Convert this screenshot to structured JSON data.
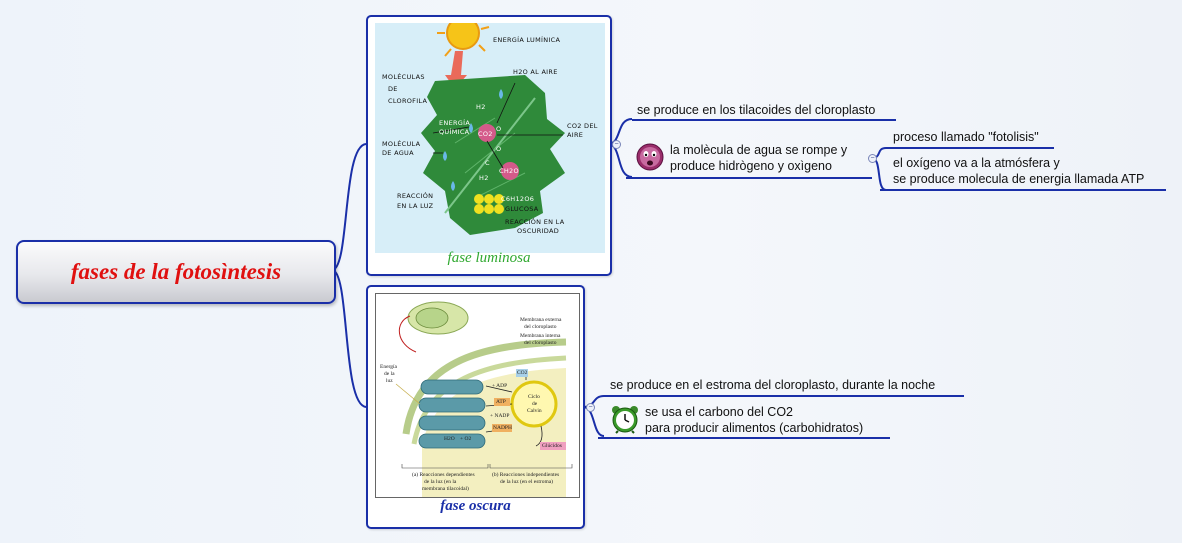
{
  "central": {
    "title": "fases de la fotosìntesis"
  },
  "luminosa": {
    "caption": "fase luminosa",
    "image_labels": {
      "energia": "ENERGÍA LUMÍNICA",
      "moleculas1": "MOLÉCULAS",
      "moleculas2": "DE",
      "moleculas3": "CLOROFILA",
      "h2o_aire": "H2O AL AIRE",
      "energia_quimica1": "ENERGÍA",
      "energia_quimica2": "QUÍMICA",
      "co2_aire1": "CO2 DEL",
      "co2_aire2": "AIRE",
      "molecula_agua1": "MOLÉCULA",
      "molecula_agua2": "DE AGUA",
      "reaccion_luz1": "REACCIÓN",
      "reaccion_luz2": "EN LA LUZ",
      "glucosa1": "C6H12O6",
      "glucosa2": "GLUCOSA",
      "reaccion_osc1": "REACCIÓN EN LA",
      "reaccion_osc2": "OSCURIDAD",
      "h2_top": "H2",
      "h2_bottom": "H2",
      "co2": "CO2",
      "ch2o": "CH2O",
      "o_a": "O",
      "o_b": "O",
      "c": "C"
    },
    "topics": {
      "tilacoides": "se produce en los tilacoides del cloroplasto",
      "agua_line1": "la molècula de agua se rompe y",
      "agua_line2": "produce hidrògeno y oxìgeno",
      "fotolisis": "proceso llamado \"fotolisis\"",
      "oxigeno_line1": "el oxígeno va a la atmósfera y",
      "oxigeno_line2": "se produce molecula de energia llamada ATP"
    }
  },
  "oscura": {
    "caption": "fase oscura",
    "image_labels": {
      "membrana_ext1": "Membrana externa",
      "membrana_ext2": "del cloroplasto",
      "membrana_int1": "Membrana interna",
      "membrana_int2": "del cloroplasto",
      "energia1": "Energía",
      "energia2": "de la",
      "energia3": "luz",
      "co2": "CO2",
      "adp": "+ ADP",
      "atp": "ATP",
      "nadp": "+ NADP",
      "nadph": "NADPH",
      "ciclo1": "Ciclo",
      "ciclo2": "de",
      "ciclo3": "Calvin",
      "h2o": "H2O",
      "o2": "+ O2",
      "glucidos": "Glúcidos",
      "reac_a1": "(a) Reacciones dependientes",
      "reac_a2": "de la luz (en la",
      "reac_a3": "membrana tilacoidal)",
      "reac_b1": "(b) Reacciones independientes",
      "reac_b2": "de la luz (en el estroma)"
    },
    "topics": {
      "estroma": "se produce en el estroma del cloroplasto, durante la noche",
      "carbono_line1": "se usa el carbono del CO2",
      "carbono_line2": "para producir alimentos (carbohidratos)"
    }
  },
  "colors": {
    "border": "#1a2fa8",
    "central_text": "#e01010",
    "luminosa_caption": "#2fa82f",
    "oscura_caption": "#1a2fa8"
  },
  "icons": [
    "smiley-face-icon",
    "alarm-clock-icon",
    "collapse-icon"
  ]
}
